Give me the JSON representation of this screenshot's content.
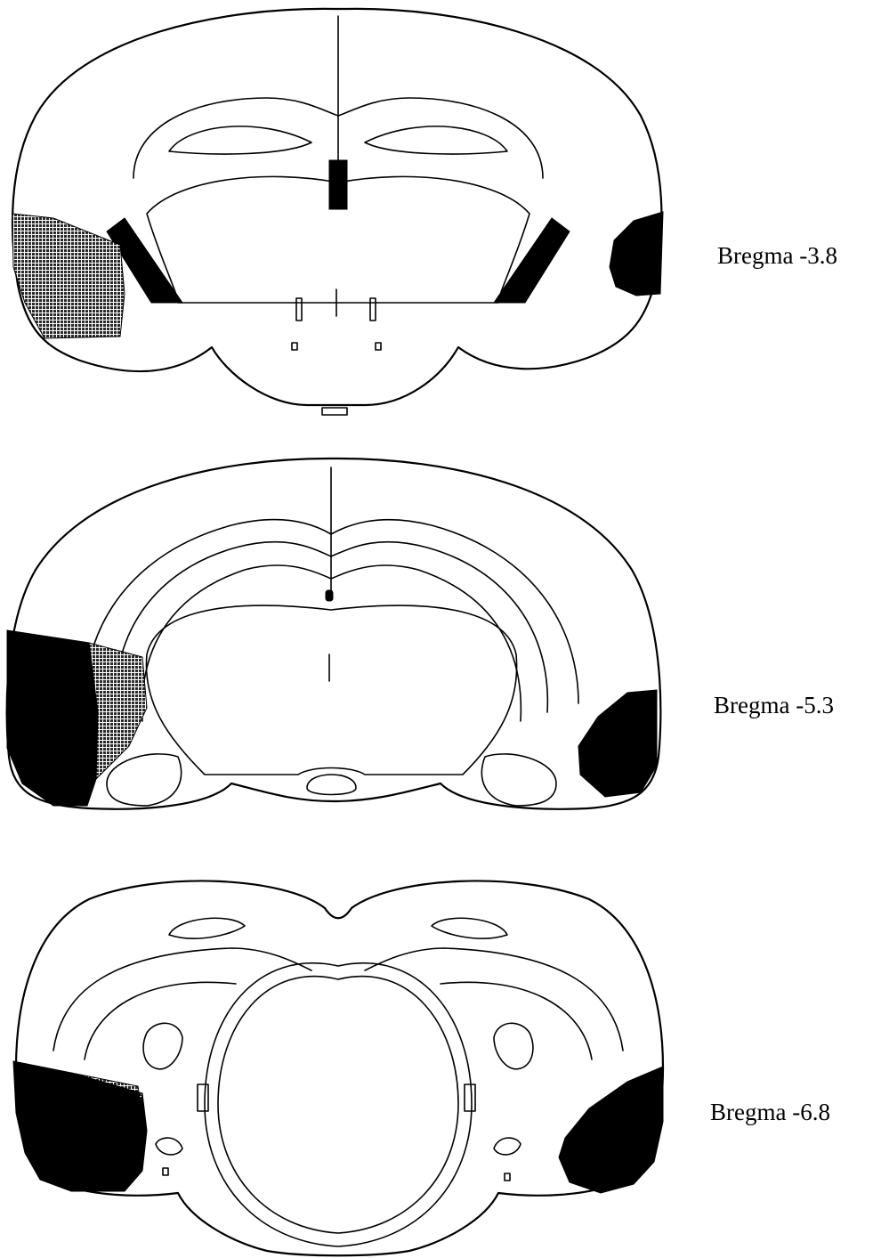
{
  "sections": [
    {
      "id": "s1",
      "label": "Bregma -3.8"
    },
    {
      "id": "s2",
      "label": "Bregma -5.3"
    },
    {
      "id": "s3",
      "label": "Bregma -6.8"
    }
  ],
  "colors": {
    "lesion_dense": "#000000",
    "lesion_shaded": "#3a3a3a",
    "outline": "#000000",
    "background": "#ffffff"
  }
}
